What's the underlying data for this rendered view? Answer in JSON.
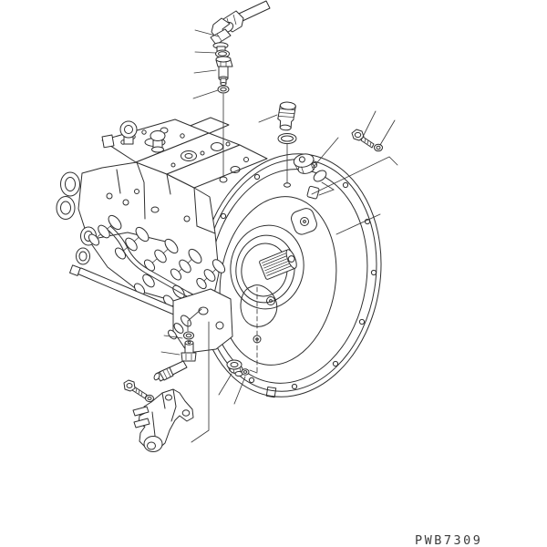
{
  "diagram": {
    "type": "exploded-parts-line-drawing",
    "drawing_number": "PWB7309",
    "background_color": "#ffffff",
    "line_color": "#2e2e2e",
    "leader_color": "#3a3a3a",
    "text_color": "#3c3c3c",
    "parts": [
      {
        "id": "hydraulic-tube",
        "name": "tube with coupling nut"
      },
      {
        "id": "elbow-fitting-upper",
        "name": "elbow fitting"
      },
      {
        "id": "o-ring-upper",
        "name": "o-ring"
      },
      {
        "id": "nipple-adapter",
        "name": "nipple adapter"
      },
      {
        "id": "o-ring-small",
        "name": "small o-ring"
      },
      {
        "id": "ridged-plug",
        "name": "ridged plug fitting"
      },
      {
        "id": "o-ring-seat",
        "name": "o-ring"
      },
      {
        "id": "socket-plug",
        "name": "hex socket plug"
      },
      {
        "id": "oval-cap",
        "name": "oval plug"
      },
      {
        "id": "hex-bolt-upper",
        "name": "hex bolt"
      },
      {
        "id": "washer-upper",
        "name": "washer"
      },
      {
        "id": "main-pump-assembly",
        "name": "piston pump assembly"
      },
      {
        "id": "flywheel-housing",
        "name": "flywheel housing with splined drive shaft"
      },
      {
        "id": "o-ring-lower",
        "name": "o-ring"
      },
      {
        "id": "elbow-hose-fitting",
        "name": "elbow fitting with hose stub"
      },
      {
        "id": "hex-bolt-lower",
        "name": "hex bolt"
      },
      {
        "id": "washer-lower",
        "name": "washer"
      },
      {
        "id": "mounting-bracket",
        "name": "mounting bracket"
      },
      {
        "id": "hex-plug-lower",
        "name": "hex plug"
      },
      {
        "id": "seal-ring-lower",
        "name": "seal ring"
      }
    ]
  }
}
